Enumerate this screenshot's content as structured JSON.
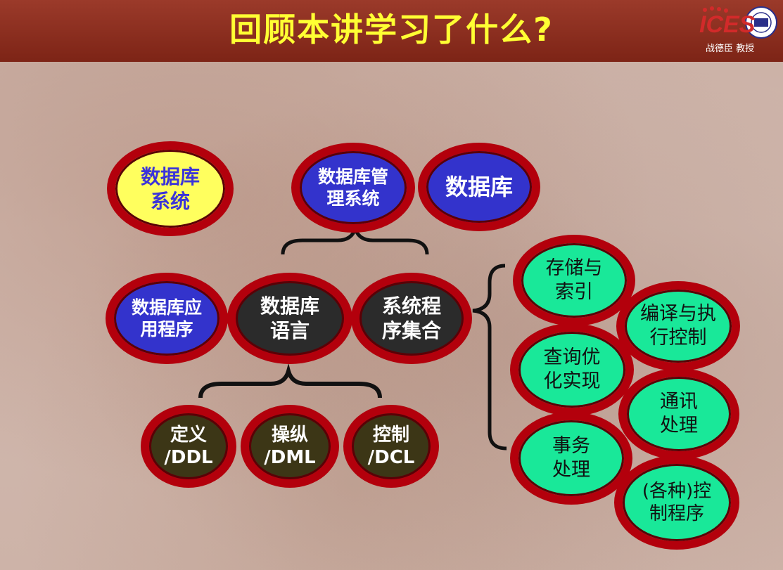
{
  "header": {
    "title": "回顾本讲学习了什么?",
    "logo_text": "ICES",
    "author": "战德臣 教授"
  },
  "nodes": {
    "db_system": "数据库\n系统",
    "dbms": "数据库管\n理系统",
    "database": "数据库",
    "db_app": "数据库应\n用程序",
    "db_language": "数据库\n语言",
    "system_programs": "系统程\n序集合",
    "ddl": "定义\n/DDL",
    "dml": "操纵\n/DML",
    "dcl": "控制\n/DCL",
    "storage_index": "存储与\n索引",
    "compile_exec": "编译与执\n行控制",
    "query_opt": "查询优\n化实现",
    "comm": "通讯\n处理",
    "transaction": "事务\n处理",
    "control_programs": "(各种)控\n制程序"
  },
  "colors": {
    "header_bg": "#8a2c1c",
    "title": "#ffff33",
    "ring": "#b3000c",
    "yellow": "#ffff5e",
    "blue": "#3333cc",
    "dark": "#2b2b2b",
    "olive": "#3c3616",
    "green": "#19e899"
  }
}
